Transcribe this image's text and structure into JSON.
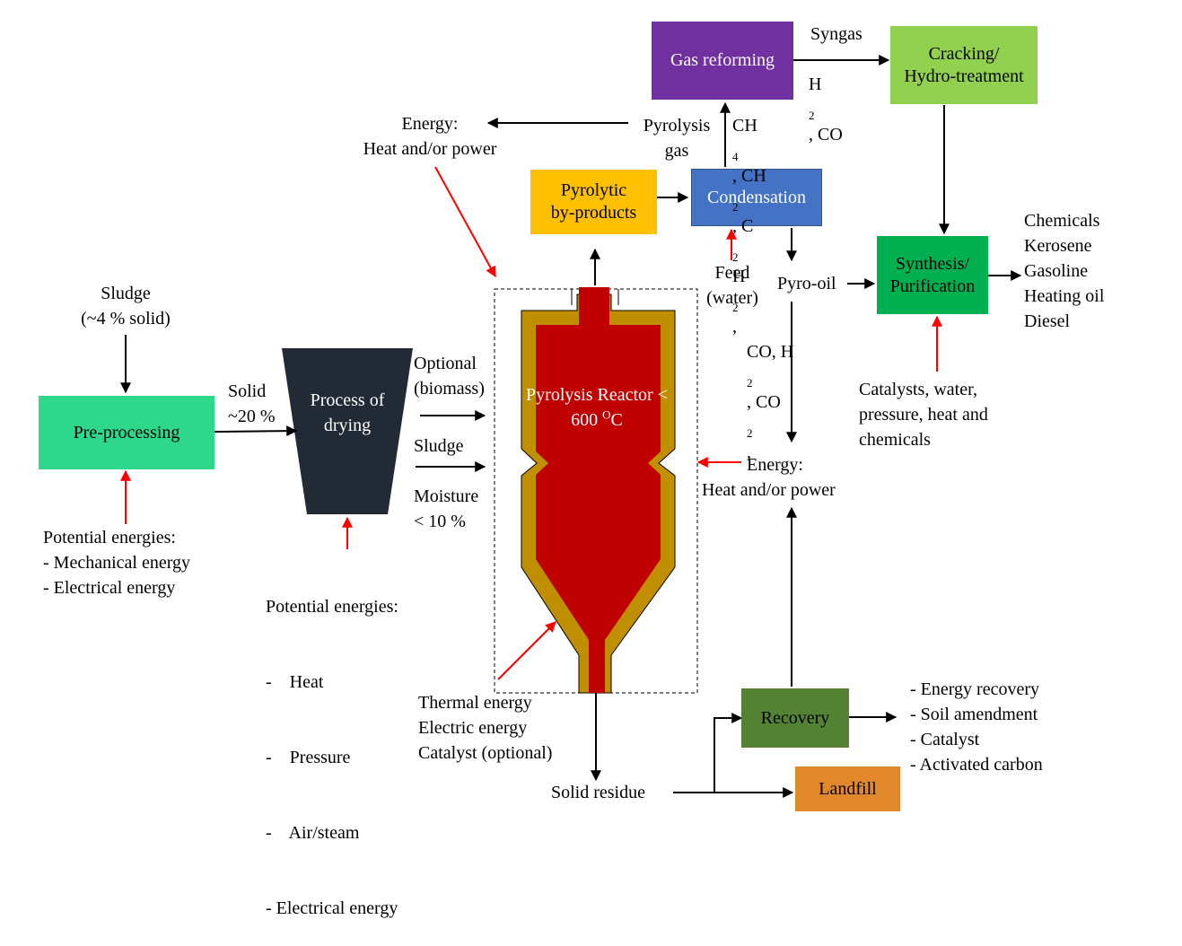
{
  "colors": {
    "preprocessing": "#2ed88a",
    "drying": "#222a35",
    "reactor_shell": "#bf8f00",
    "reactor_core": "#c00000",
    "byproducts": "#ffc000",
    "condensation": "#4472c4",
    "gas_reforming": "#7030a0",
    "cracking": "#92d050",
    "synthesis": "#00b050",
    "recovery": "#548235",
    "landfill": "#e0882a",
    "input_arrow": "#ff0000",
    "flow_arrow": "#000000"
  },
  "nodes": {
    "preprocessing": "Pre-processing",
    "drying": [
      "Process of",
      "drying"
    ],
    "reactor": [
      "Pyrolysis Reactor",
      "< 600 ",
      "O",
      "C"
    ],
    "byproducts": [
      "Pyrolytic",
      "by-products"
    ],
    "condensation": "Condensation",
    "gas_reforming": "Gas reforming",
    "cracking": [
      "Cracking/",
      "Hydro-treatment"
    ],
    "synthesis": [
      "Synthesis/",
      "Purification"
    ],
    "recovery": "Recovery",
    "landfill": "Landfill"
  },
  "labels": {
    "sludge_in": [
      "Sludge",
      "(~4 % solid)"
    ],
    "solid": [
      "Solid",
      "~20 %"
    ],
    "optional": [
      "Optional",
      "(biomass)"
    ],
    "sludge_dry": "Sludge",
    "moisture": [
      "Moisture",
      "< 10 %"
    ],
    "preproc_energies": [
      "Potential energies:",
      "- Mechanical energy",
      "- Electrical energy"
    ],
    "drying_energies": [
      "Potential energies:",
      "-    Heat",
      "-    Pressure",
      "-    Air/steam",
      "- Electrical energy"
    ],
    "reactor_inputs": [
      "Thermal energy",
      "Electric energy",
      "Catalyst (optional)"
    ],
    "solid_residue": "Solid residue",
    "energy_top": [
      "Energy:",
      "Heat and/or power"
    ],
    "pyrolysis_gas": [
      "Pyrolysis",
      "gas"
    ],
    "gases": {
      "line1": [
        "CH",
        "4",
        ", CH",
        "2",
        ", C",
        "2",
        "H",
        "2",
        ","
      ],
      "line2": [
        "CO, H",
        "2",
        ", CO",
        "2",
        ","
      ]
    },
    "syngas": "Syngas",
    "h2co": [
      "H",
      "2",
      ", CO"
    ],
    "feed": [
      "Feed",
      "(water)"
    ],
    "pyro_oil": "Pyro-oil",
    "products": [
      "Chemicals",
      "Kerosene",
      "Gasoline",
      "Heating oil",
      "Diesel"
    ],
    "synthesis_inputs": [
      "Catalysts, water,",
      "pressure, heat and",
      "chemicals"
    ],
    "energy_mid": [
      "Energy:",
      "Heat and/or power"
    ],
    "recovery_uses": [
      "- Energy recovery",
      "- Soil amendment",
      "- Catalyst",
      "- Activated carbon"
    ]
  }
}
